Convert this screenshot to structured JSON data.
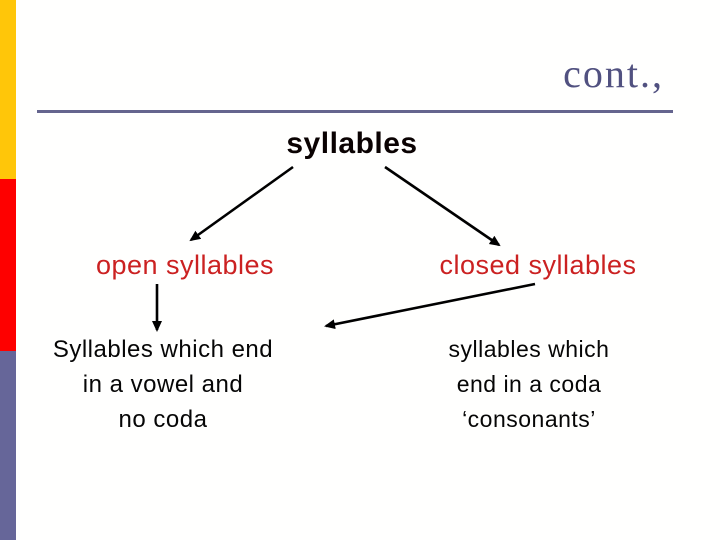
{
  "slide": {
    "title": "cont.,",
    "root_heading": "syllables",
    "left_branch": {
      "label": "open syllables",
      "description_lines": [
        "Syllables which end",
        "in a vowel and",
        "no coda"
      ]
    },
    "right_branch": {
      "label": "closed syllables",
      "description_lines": [
        "syllables which",
        "end in a coda",
        "‘consonants’"
      ]
    },
    "colors": {
      "accent_red_text": "#cb2121",
      "title_blue": "#515180",
      "rule_blue": "#65658e",
      "stripe_yellow": "#ffc609",
      "stripe_red": "#fe0000",
      "stripe_slate": "#666699",
      "arrow_black": "#000000"
    }
  }
}
